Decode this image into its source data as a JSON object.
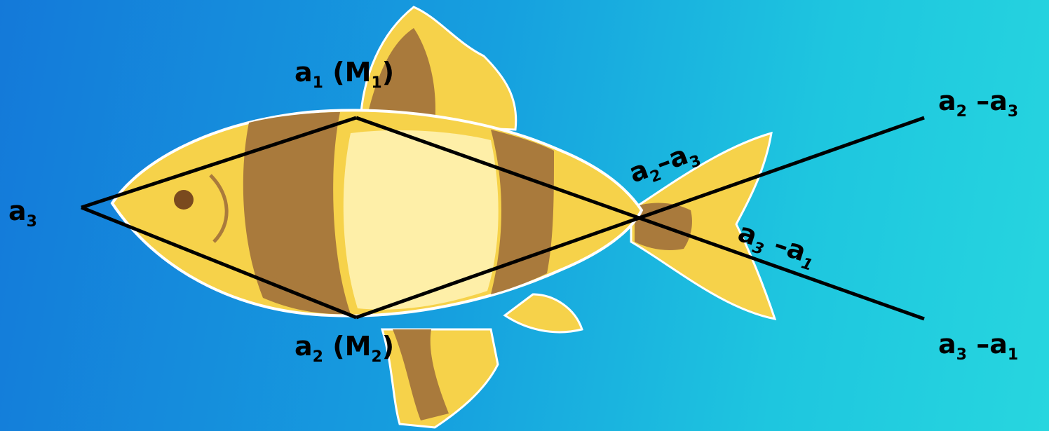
{
  "background": {
    "gradient_colors": [
      "#1479d9",
      "#16a0df",
      "#1ec6df",
      "#27d6df"
    ]
  },
  "illustration": {
    "subject": "fish-icon",
    "colors": [
      "#f6d24a",
      "#a97a3c",
      "#fff5b8"
    ]
  },
  "labels": {
    "left_vertex": {
      "sym": "a",
      "sub": "3"
    },
    "top_vertex": {
      "sym": "a",
      "sub": "1",
      "paren_sym": "M",
      "paren_sub": "1"
    },
    "bottom_vertex": {
      "sym": "a",
      "sub": "2",
      "paren_sym": "M",
      "paren_sub": "2"
    },
    "crossing_upper": {
      "sym1": "a",
      "sub1": "2",
      "op": "–",
      "sym2": "a",
      "sub2": "3"
    },
    "crossing_lower": {
      "sym1": "a",
      "sub1": "3",
      "op": "–",
      "sym2": "a",
      "sub2": "1"
    },
    "ray_upper_end": {
      "sym1": "a",
      "sub1": "2",
      "op": "–",
      "sym2": "a",
      "sub2": "3"
    },
    "ray_lower_end": {
      "sym1": "a",
      "sub1": "3",
      "op": "–",
      "sym2": "a",
      "sub2": "1"
    }
  },
  "line_color": "#000000"
}
